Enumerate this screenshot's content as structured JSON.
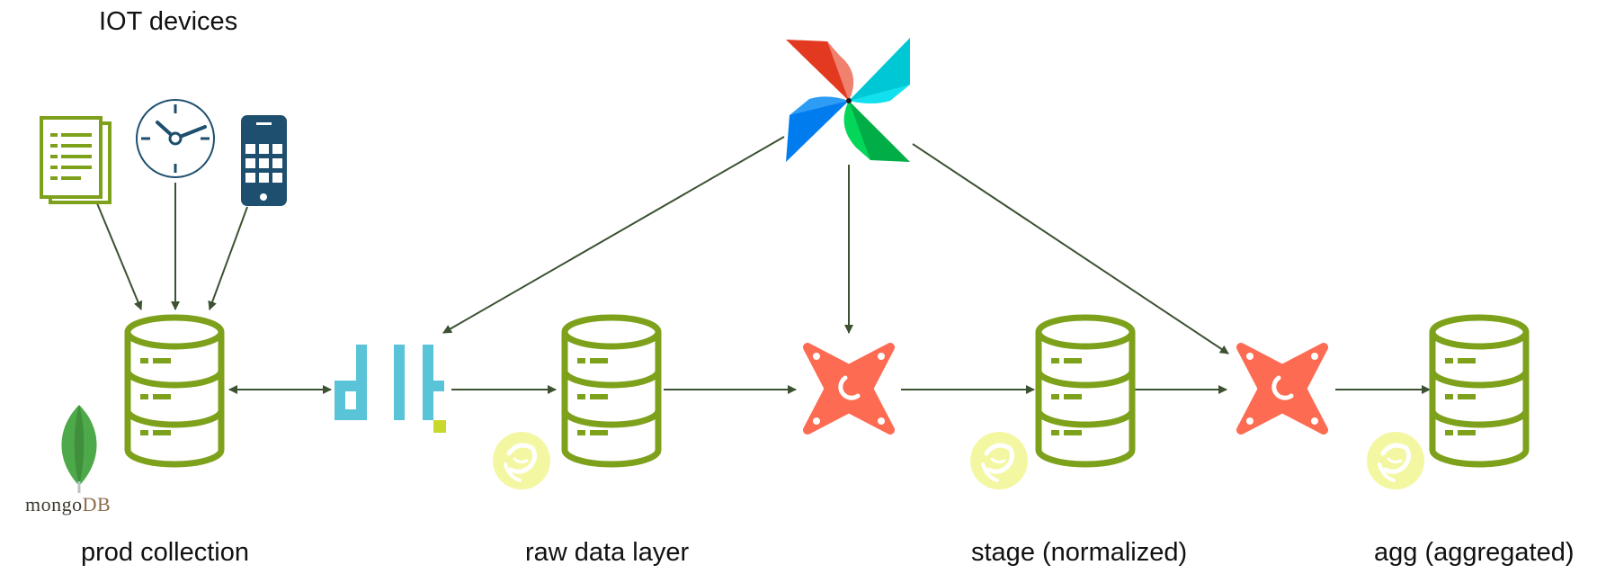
{
  "labels": {
    "iot_devices": "IOT devices",
    "prod_collection": "prod collection",
    "raw_data_layer": "raw data layer",
    "stage": "stage (normalized)",
    "agg": "agg (aggregated)"
  },
  "logos": {
    "mongo_prefix": "mongo",
    "mongo_suffix": "DB"
  },
  "icons": {
    "document": "document-icon",
    "clock": "clock-icon",
    "phone": "phone-icon",
    "airflow": "airflow-pinwheel-icon",
    "dlt": "dlt-logo-icon",
    "dbt": "dbt-logo-icon",
    "database": "database-icon",
    "duckdb": "duckdb-icon",
    "mongodb_leaf": "mongodb-leaf-icon"
  },
  "colors": {
    "db_green": "#7ea11c",
    "arrow": "#3c5232",
    "dbt_orange": "#fd6b53",
    "dlt_blue": "#59c3d7",
    "dlt_yellow": "#c8d92b",
    "duck_yellow": "#f4f7a2",
    "phone_blue": "#1e4f6e",
    "mongo_green": "#4ea94b"
  }
}
